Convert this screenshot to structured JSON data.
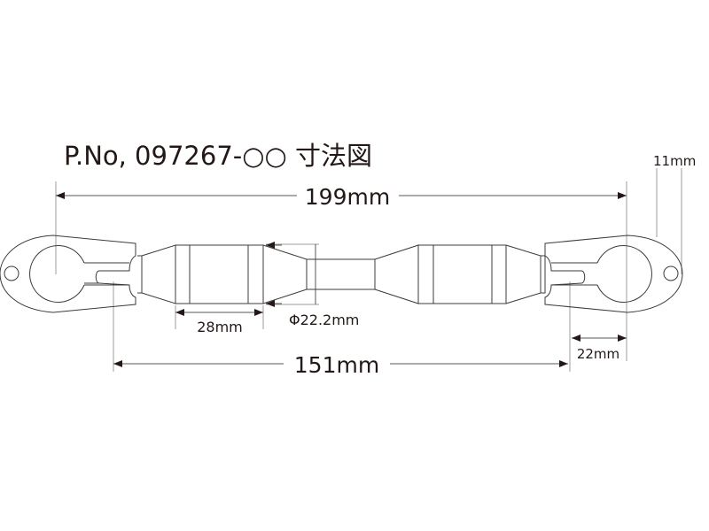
{
  "title": "P.No, 097267-○○ 寸法図",
  "dimensions": {
    "overall_length": "199mm",
    "center_length": "151mm",
    "body_length": "28mm",
    "bar_diameter": "Φ22.2mm",
    "clamp_offset": "22mm",
    "hole_offset": "11mm"
  }
}
